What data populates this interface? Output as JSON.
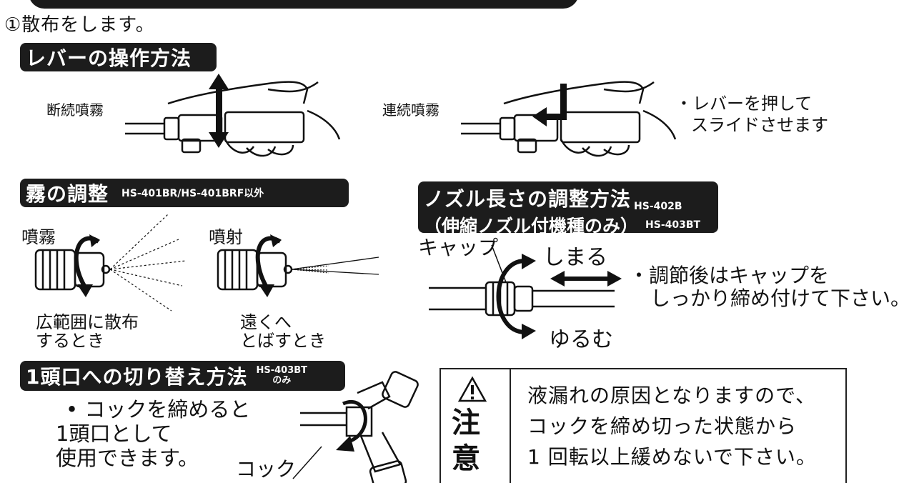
{
  "step_intro": "①散布をします。",
  "lever": {
    "heading": "レバーの操作方法",
    "intermittent_label": "断続噴霧",
    "continuous_label": "連続噴霧",
    "instruction_lines": [
      "・レバーを押して",
      "スライドさせます"
    ]
  },
  "mist": {
    "heading": "霧の調整",
    "model_note": "HS-401BR/HS-401BRF以外",
    "spray_label": "噴霧",
    "jet_label": "噴射",
    "spray_caption": [
      "広範囲に散布",
      "するとき"
    ],
    "jet_caption": [
      "遠くへ",
      "とばすとき"
    ]
  },
  "nozzle": {
    "heading_line1": "ノズル長さの調整方法",
    "heading_line2": "（伸縮ノズル付機種のみ）",
    "model_1": "HS-402B",
    "model_2": "HS-403BT",
    "cap_label": "キャップ",
    "tighten_label": "しまる",
    "loosen_label": "ゆるむ",
    "instruction_lines": [
      "・調節後はキャップを",
      "しっかり締め付けて下さい。"
    ]
  },
  "switch": {
    "heading": "1頭口への切り替え方法",
    "model_1": "HS-403BT",
    "model_2": "のみ",
    "bullet_lines": [
      "• コックを締めると",
      "1頭口として",
      "使用できます。"
    ],
    "cock_label": "コック"
  },
  "caution": {
    "icon": "warning-triangle-icon",
    "kanji_1": "注",
    "kanji_2": "意",
    "lines": [
      "液漏れの原因となりますので、",
      "コックを締め切った状態から",
      "1 回転以上緩めないで下さい。"
    ]
  }
}
